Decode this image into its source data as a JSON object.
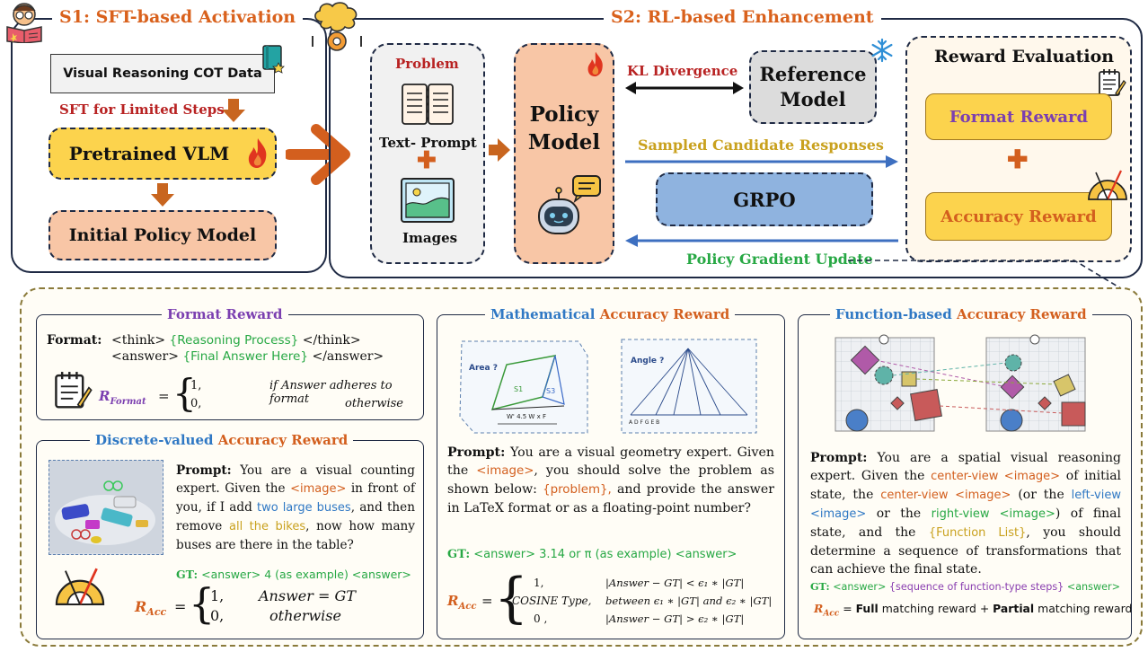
{
  "s1": {
    "title": "S1: SFT-based Activation",
    "cot_data": "Visual Reasoning COT Data",
    "sft_label": "SFT for Limited Steps",
    "pretrained": "Pretrained VLM",
    "initial_policy": "Initial Policy Model"
  },
  "s2": {
    "title": "S2: RL-based Enhancement",
    "problem": "Problem",
    "text_prompt": "Text- Prompt",
    "images": "Images",
    "policy_line1": "Policy",
    "policy_line2": "Model",
    "kl": "KL Divergence",
    "reference_line1": "Reference",
    "reference_line2": "Model",
    "sampled": "Sampled Candidate Responses",
    "grpo": "GRPO",
    "policy_gradient": "Policy Gradient Update",
    "reward_eval": "Reward Evaluation",
    "format_reward": "Format Reward",
    "accuracy_reward": "Accuracy Reward"
  },
  "format_panel": {
    "title": "Format Reward",
    "format_label": "Format:",
    "think_open": "<think>",
    "reasoning": "{Reasoning Process}",
    "think_close": "</think>",
    "answer_open": "<answer>",
    "final": "{Final  Answer Here}",
    "answer_close": "</answer>",
    "r_symbol": "R",
    "r_sub": "Format",
    "case1_val": "1,",
    "case1_cond": "if Answer adheres to format",
    "case2_val": "0,",
    "case2_cond": "otherwise"
  },
  "discrete_panel": {
    "title_a": "Discrete-valued",
    "title_b": "Accuracy Reward",
    "prompt_label": "Prompt:",
    "p1": "You are a visual counting expert. Given the",
    "image_tag": "<image>",
    "p2": "in front of you, if I add",
    "two_buses": "two large buses",
    "p3": ", and then remove",
    "all_bikes": "all the bikes",
    "p4": ", now how many buses are there in the table?",
    "gt_label": "GT:",
    "gt_text": "<answer> 4 (as example) <answer>",
    "r_symbol": "R",
    "r_sub": "Acc",
    "case1_val": "1,",
    "case1_cond": "Answer = GT",
    "case2_val": "0,",
    "case2_cond": "otherwise"
  },
  "math_panel": {
    "title_a": "Mathematical",
    "title_b": "Accuracy Reward",
    "area_label": "Area ?",
    "angle_label": "Angle ?",
    "prompt_label": "Prompt:",
    "p1": "You are a visual geometry expert. Given the",
    "image_tag": "<image>",
    "p2": ", you should solve the problem as shown below:",
    "problem_tag": "{problem},",
    "p3": "and provide the answer in LaTeX format or as a floating-point number?",
    "gt_label": "GT:",
    "gt_text": "<answer> 3.14 or π (as example) <answer>",
    "r_symbol": "R",
    "r_sub": "Acc",
    "case1_val": "1,",
    "case1_cond": "|Answer − GT| < ϵ₁ ∗ |GT|",
    "case2_val": "COSINE Type,",
    "case2_cond": "between ϵ₁ ∗ |GT| and ϵ₂ ∗ |GT|",
    "case3_val": "0 ,",
    "case3_cond": "|Answer − GT| > ϵ₂ ∗ |GT|"
  },
  "function_panel": {
    "title_a": "Function-based",
    "title_b": "Accuracy Reward",
    "prompt_label": "Prompt:",
    "p1": "You are a spatial visual reasoning expert. Given the",
    "center_img": "center-view <image>",
    "p2": "of initial state, the",
    "center_img2": "center-view <image>",
    "p3": "(or the",
    "left_img": "left-view <image>",
    "p4": "or the",
    "right_img": "right-view <image>",
    "p5": ") of final state, and the",
    "func_list": "{Function List}",
    "p6": ", you should determine a sequence of transformations that can achieve the final state.",
    "gt_label": "GT:",
    "gt_text_a": "<answer>",
    "gt_text_b": "{sequence of function-type steps}",
    "gt_text_c": "<answer>",
    "r_symbol": "R",
    "r_sub": "Acc",
    "eq": "=",
    "full": "Full",
    "full_rest": "matching reward +",
    "partial": "Partial",
    "partial_rest": "matching reward"
  },
  "colors": {
    "orange": "#d35f1e",
    "purple": "#7b3fb0",
    "green": "#27a844",
    "blue": "#2f78c4",
    "dark_red": "#b82222",
    "gold": "#c9a11e",
    "yellow_fill": "#fcd34d",
    "peach_fill": "#f8c6a6",
    "blue_fill": "#8fb3df",
    "gray_fill": "#dcdcdc"
  },
  "icons": [
    "reading-student-icon",
    "brain-gear-icon",
    "book-icon",
    "snowflake-icon",
    "flame-icon",
    "robot-chat-icon",
    "notepad-icon",
    "protractor-icon",
    "landscape-image-icon",
    "open-book-icon"
  ]
}
